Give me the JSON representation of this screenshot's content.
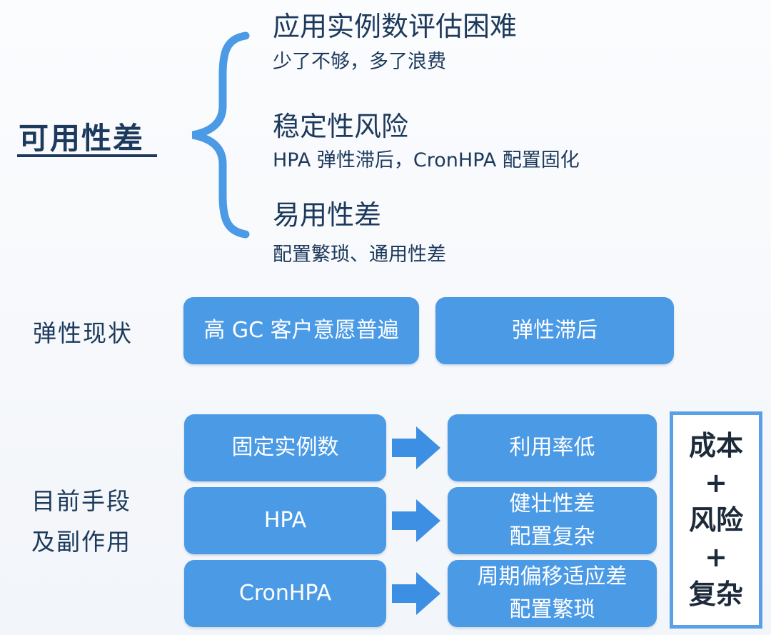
{
  "availability": {
    "label": "可用性差",
    "issues": [
      {
        "title": "应用实例数评估困难",
        "desc": "少了不够，多了浪费"
      },
      {
        "title": "稳定性风险",
        "desc": "HPA 弹性滞后，CronHPA 配置固化"
      },
      {
        "title": "易用性差",
        "desc": "配置繁琐、通用性差"
      }
    ]
  },
  "elasticity_status": {
    "label": "弹性现状",
    "boxes": [
      "高 GC 客户意愿普遍",
      "弹性滞后"
    ]
  },
  "current_methods": {
    "label_line1": "目前手段",
    "label_line2": "及副作用",
    "rows": [
      {
        "method": "固定实例数",
        "effect_line1": "利用率低",
        "effect_line2": ""
      },
      {
        "method": "HPA",
        "effect_line1": "健壮性差",
        "effect_line2": "配置复杂"
      },
      {
        "method": "CronHPA",
        "effect_line1": "周期偏移适应差",
        "effect_line2": "配置繁琐"
      }
    ]
  },
  "summary": {
    "line1": "成本",
    "plus1": "+",
    "line2": "风险",
    "plus2": "+",
    "line3": "复杂"
  },
  "colors": {
    "box_blue": "#4b9ae6",
    "arrow_blue": "#3d8fe3",
    "text_navy": "#1d3a5c",
    "summary_border": "#5aa0e6"
  },
  "icons": {
    "brace": "left-curly-brace-icon",
    "arrow": "right-arrow-icon"
  }
}
